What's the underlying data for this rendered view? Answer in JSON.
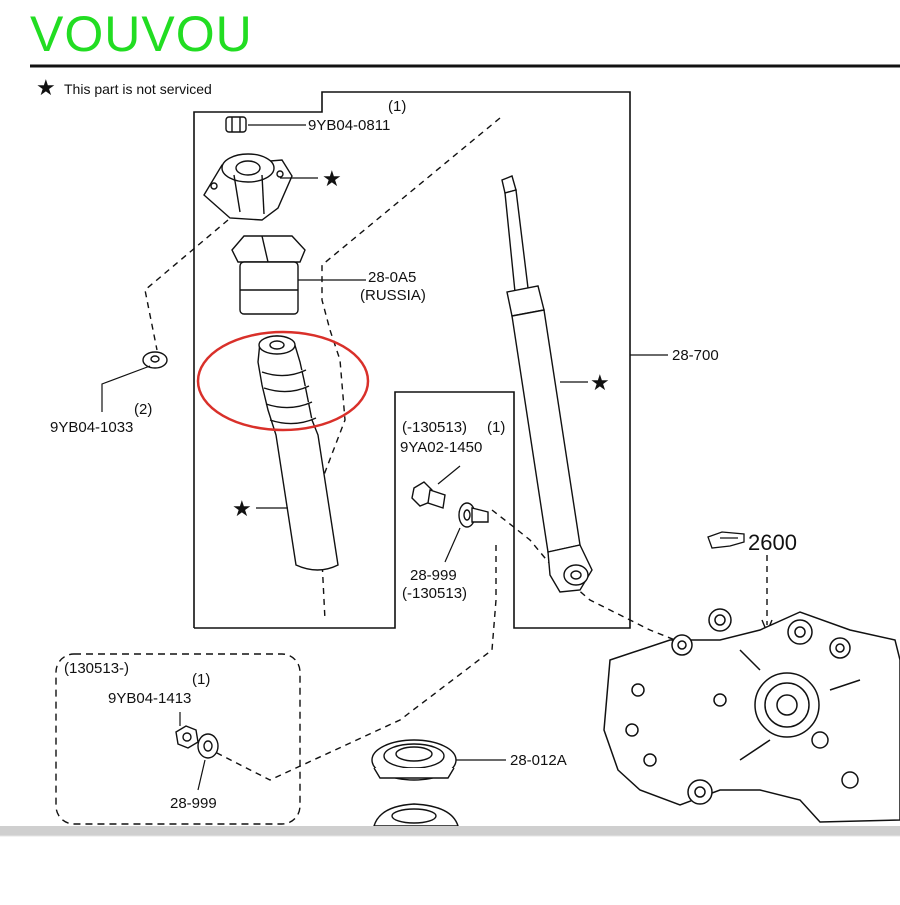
{
  "brand": {
    "text": "VOUVOU",
    "color": "#22dd22"
  },
  "legend": {
    "star": "★",
    "text": "This part is not serviced"
  },
  "callouts": {
    "nut_top_qty": "(1)",
    "nut_top_part": "9YB04-0811",
    "mount_star": "★",
    "bump_part": "28-0A5",
    "bump_note": "(RUSSIA)",
    "washer_part": "9YB04-1033",
    "washer_qty": "(2)",
    "absorber_part": "28-700",
    "absorber_star": "★",
    "dust_star": "★",
    "bolt_date": "(-130513)",
    "bolt_qty": "(1)",
    "bolt_part": "9YA02-1450",
    "washer2_part": "28-999",
    "washer2_date": "(-130513)",
    "knuckle_ref": "2600",
    "inset_date": "(130513-)",
    "inset_qty": "(1)",
    "inset_nut": "9YB04-1413",
    "inset_washer": "28-999",
    "spring_seat": "28-012A"
  },
  "highlight": {
    "color": "#d9302a"
  }
}
